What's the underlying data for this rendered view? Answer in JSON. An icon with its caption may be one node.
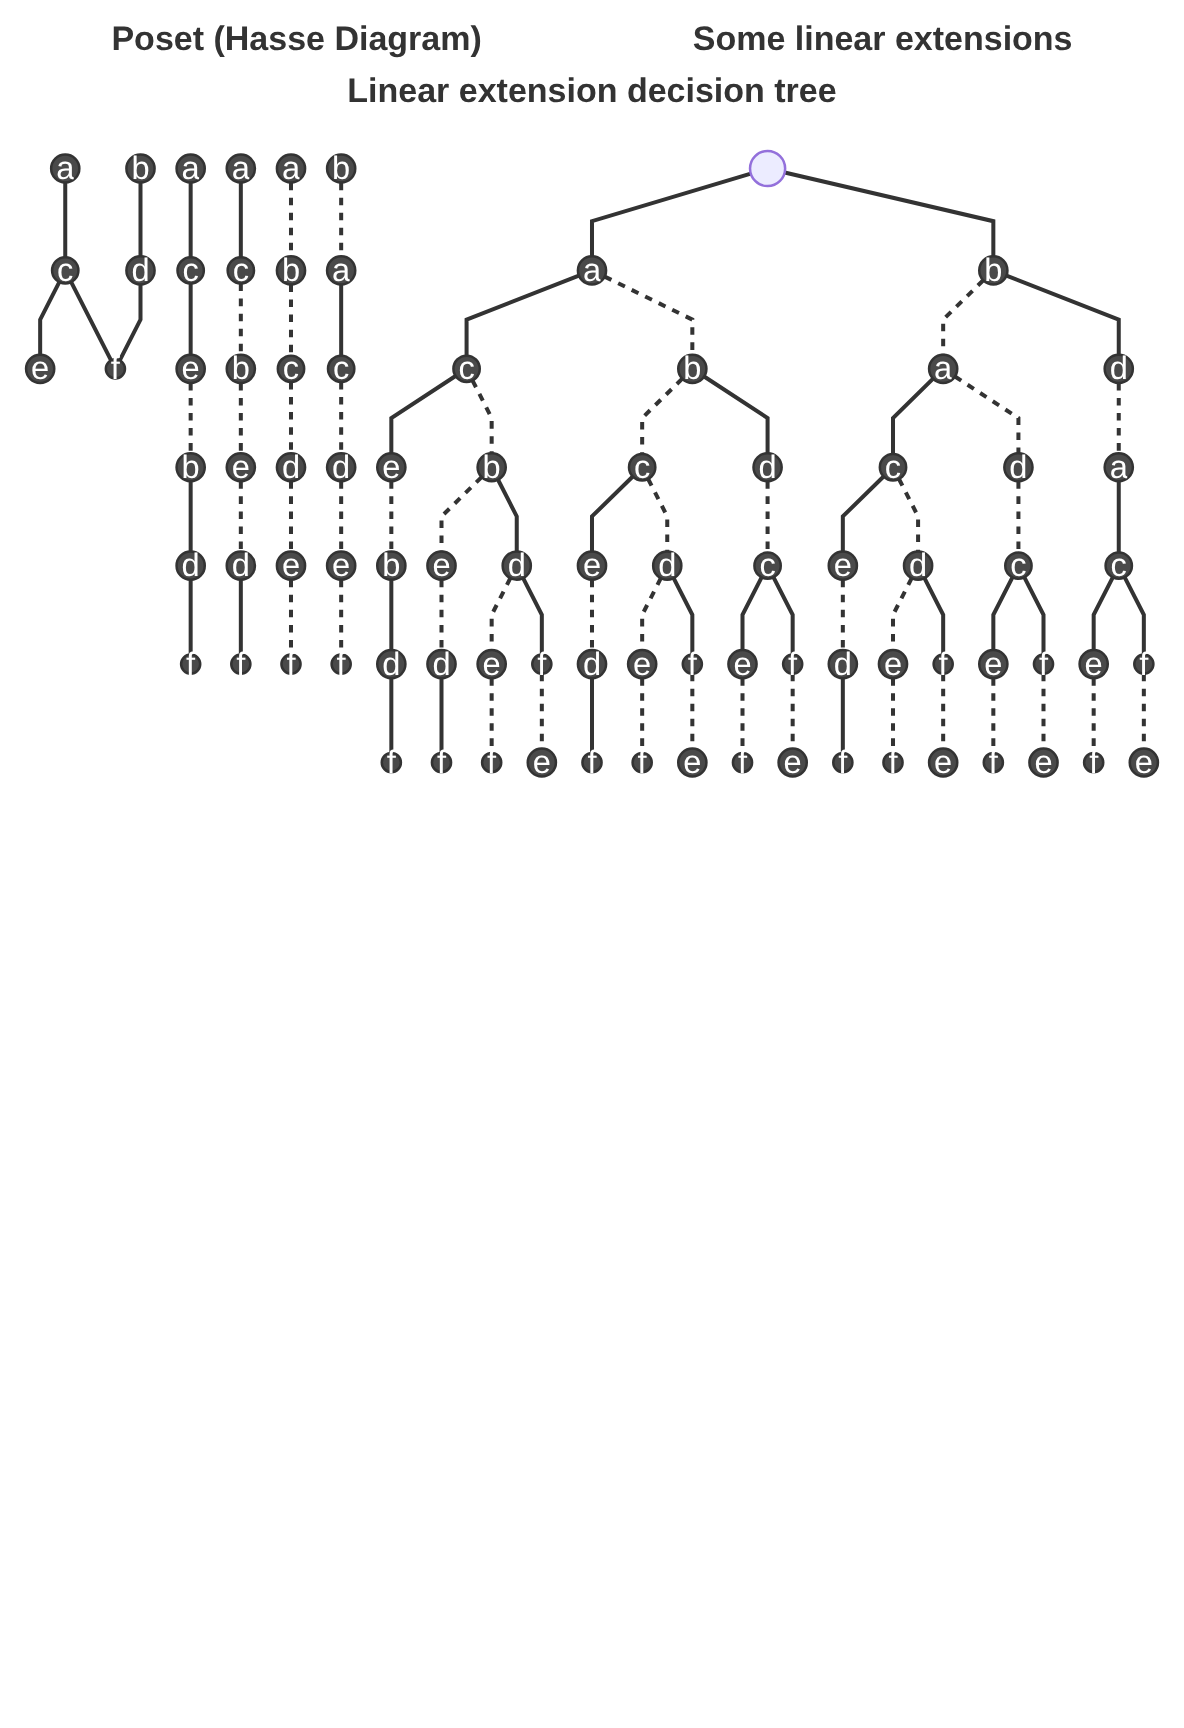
{
  "diagram": {
    "nodes": [
      {
        "text": [
          "a"
        ]
      },
      {
        "text": [
          "b"
        ]
      },
      {
        "text": [
          "c"
        ]
      },
      {
        "text": [
          "d"
        ]
      },
      {
        "text": [
          "e"
        ]
      },
      {
        "text": [
          "f"
        ]
      },
      {
        "text": [
          "a"
        ]
      },
      {
        "text": [
          "c"
        ]
      },
      {
        "text": [
          "e"
        ]
      },
      {
        "text": [
          "b"
        ]
      },
      {
        "text": [
          "d"
        ]
      },
      {
        "text": [
          "f"
        ]
      },
      {
        "text": [
          "a"
        ]
      },
      {
        "text": [
          "c"
        ]
      },
      {
        "text": [
          "b"
        ]
      },
      {
        "text": [
          "e"
        ]
      },
      {
        "text": [
          "d"
        ]
      },
      {
        "text": [
          "f"
        ]
      },
      {
        "text": [
          "a"
        ]
      },
      {
        "text": [
          "b"
        ]
      },
      {
        "text": [
          "c"
        ]
      },
      {
        "text": [
          "d"
        ]
      },
      {
        "text": [
          "e"
        ]
      },
      {
        "text": [
          "f"
        ]
      },
      {
        "text": [
          "b"
        ]
      },
      {
        "text": [
          "a"
        ]
      },
      {
        "text": [
          "c"
        ]
      },
      {
        "text": [
          "d"
        ]
      },
      {
        "text": [
          "e"
        ]
      },
      {
        "text": [
          "f"
        ]
      },
      {
        "text": [],
        "shape": "circle"
      },
      {
        "text": [
          "a"
        ]
      },
      {
        "text": [
          "b"
        ]
      },
      {
        "text": [
          "c"
        ]
      },
      {
        "text": [
          "b"
        ]
      },
      {
        "text": [
          "a"
        ]
      },
      {
        "text": [
          "d"
        ]
      },
      {
        "text": [
          "e"
        ]
      },
      {
        "text": [
          "b"
        ]
      },
      {
        "text": [
          "c"
        ]
      },
      {
        "text": [
          "d"
        ]
      },
      {
        "text": [
          "c"
        ]
      },
      {
        "text": [
          "d"
        ]
      },
      {
        "text": [
          "a"
        ]
      },
      {
        "text": [
          "b"
        ]
      },
      {
        "text": [
          "e"
        ]
      },
      {
        "text": [
          "d"
        ]
      },
      {
        "text": [
          "e"
        ]
      },
      {
        "text": [
          "d"
        ]
      },
      {
        "text": [
          "c"
        ]
      },
      {
        "text": [
          "e"
        ]
      },
      {
        "text": [
          "d"
        ]
      },
      {
        "text": [
          "c"
        ]
      },
      {
        "text": [
          "c"
        ]
      },
      {
        "text": [
          "d"
        ]
      },
      {
        "text": [
          "d"
        ]
      },
      {
        "text": [
          "e"
        ]
      },
      {
        "text": [
          "f"
        ]
      },
      {
        "text": [
          "d"
        ]
      },
      {
        "text": [
          "e"
        ]
      },
      {
        "text": [
          "f"
        ]
      },
      {
        "text": [
          "e"
        ]
      },
      {
        "text": [
          "f"
        ]
      },
      {
        "text": [
          "d"
        ]
      },
      {
        "text": [
          "e"
        ]
      },
      {
        "text": [
          "f"
        ]
      },
      {
        "text": [
          "e"
        ]
      },
      {
        "text": [
          "f"
        ]
      },
      {
        "text": [
          "e"
        ]
      },
      {
        "text": [
          "f"
        ]
      },
      {
        "text": [
          "f"
        ]
      },
      {
        "text": [
          "f"
        ]
      },
      {
        "text": [
          "f"
        ]
      },
      {
        "text": [
          "e"
        ]
      },
      {
        "text": [
          "f"
        ]
      },
      {
        "text": [
          "f"
        ]
      },
      {
        "text": [
          "e"
        ]
      },
      {
        "text": [
          "f"
        ]
      },
      {
        "text": [
          "e"
        ]
      },
      {
        "text": [
          "f"
        ]
      },
      {
        "text": [
          "f"
        ]
      },
      {
        "text": [
          "e"
        ]
      },
      {
        "text": [
          "f"
        ]
      },
      {
        "text": [
          "e"
        ]
      },
      {
        "text": [
          "f"
        ]
      },
      {
        "text": [
          "e"
        ]
      }
    ],
    "edges": [
      {
        "from": 0,
        "to": 2,
        "arrow": "none"
      },
      {
        "from": 1,
        "to": 3,
        "arrow": "none"
      },
      {
        "from": 2,
        "to": 4,
        "arrow": "none"
      },
      {
        "from": 2,
        "to": 5,
        "arrow": "none"
      },
      {
        "from": 3,
        "to": 5,
        "arrow": "none"
      },
      {
        "from": 6,
        "to": 7,
        "arrow": "none"
      },
      {
        "from": 7,
        "to": 8,
        "arrow": "none"
      },
      {
        "from": 8,
        "to": 9,
        "arrow": "none",
        "style": "dashed"
      },
      {
        "from": 9,
        "to": 10,
        "arrow": "none"
      },
      {
        "from": 10,
        "to": 11,
        "arrow": "none"
      },
      {
        "from": 12,
        "to": 13,
        "arrow": "none"
      },
      {
        "from": 13,
        "to": 14,
        "arrow": "none",
        "style": "dashed"
      },
      {
        "from": 14,
        "to": 15,
        "arrow": "none",
        "style": "dashed"
      },
      {
        "from": 15,
        "to": 16,
        "arrow": "none",
        "style": "dashed"
      },
      {
        "from": 16,
        "to": 17,
        "arrow": "none"
      },
      {
        "from": 18,
        "to": 19,
        "arrow": "none",
        "style": "dashed"
      },
      {
        "from": 19,
        "to": 20,
        "arrow": "none",
        "style": "dashed"
      },
      {
        "from": 20,
        "to": 21,
        "arrow": "none",
        "style": "dashed"
      },
      {
        "from": 21,
        "to": 22,
        "arrow": "none",
        "style": "dashed"
      },
      {
        "from": 22,
        "to": 23,
        "arrow": "none",
        "style": "dashed"
      },
      {
        "from": 24,
        "to": 25,
        "arrow": "none",
        "style": "dashed"
      },
      {
        "from": 25,
        "to": 26,
        "arrow": "none"
      },
      {
        "from": 26,
        "to": 27,
        "arrow": "none",
        "style": "dashed"
      },
      {
        "from": 27,
        "to": 28,
        "arrow": "none",
        "style": "dashed"
      },
      {
        "from": 28,
        "to": 29,
        "arrow": "none",
        "style": "dashed"
      },
      {
        "from": 30,
        "to": 31,
        "arrow": "none"
      },
      {
        "from": 30,
        "to": 32,
        "arrow": "none"
      },
      {
        "from": 31,
        "to": 33,
        "arrow": "none"
      },
      {
        "from": 31,
        "to": 34,
        "arrow": "none",
        "style": "dashed"
      },
      {
        "from": 32,
        "to": 35,
        "arrow": "none",
        "style": "dashed"
      },
      {
        "from": 32,
        "to": 36,
        "arrow": "none"
      },
      {
        "from": 33,
        "to": 37,
        "arrow": "none"
      },
      {
        "from": 33,
        "to": 38,
        "arrow": "none",
        "style": "dashed"
      },
      {
        "from": 34,
        "to": 39,
        "arrow": "none",
        "style": "dashed"
      },
      {
        "from": 34,
        "to": 40,
        "arrow": "none"
      },
      {
        "from": 35,
        "to": 41,
        "arrow": "none"
      },
      {
        "from": 35,
        "to": 42,
        "arrow": "none",
        "style": "dashed"
      },
      {
        "from": 36,
        "to": 43,
        "arrow": "none",
        "style": "dashed"
      },
      {
        "from": 37,
        "to": 44,
        "arrow": "none",
        "style": "dashed"
      },
      {
        "from": 38,
        "to": 45,
        "arrow": "none",
        "style": "dashed"
      },
      {
        "from": 38,
        "to": 46,
        "arrow": "none"
      },
      {
        "from": 39,
        "to": 47,
        "arrow": "none"
      },
      {
        "from": 39,
        "to": 48,
        "arrow": "none",
        "style": "dashed"
      },
      {
        "from": 40,
        "to": 49,
        "arrow": "none",
        "style": "dashed"
      },
      {
        "from": 41,
        "to": 50,
        "arrow": "none"
      },
      {
        "from": 41,
        "to": 51,
        "arrow": "none",
        "style": "dashed"
      },
      {
        "from": 42,
        "to": 52,
        "arrow": "none",
        "style": "dashed"
      },
      {
        "from": 43,
        "to": 53,
        "arrow": "none"
      },
      {
        "from": 44,
        "to": 54,
        "arrow": "none"
      },
      {
        "from": 45,
        "to": 55,
        "arrow": "none",
        "style": "dashed"
      },
      {
        "from": 46,
        "to": 56,
        "arrow": "none",
        "style": "dashed"
      },
      {
        "from": 46,
        "to": 57,
        "arrow": "none"
      },
      {
        "from": 47,
        "to": 58,
        "arrow": "none",
        "style": "dashed"
      },
      {
        "from": 48,
        "to": 59,
        "arrow": "none",
        "style": "dashed"
      },
      {
        "from": 48,
        "to": 60,
        "arrow": "none"
      },
      {
        "from": 49,
        "to": 61,
        "arrow": "none"
      },
      {
        "from": 49,
        "to": 62,
        "arrow": "none"
      },
      {
        "from": 50,
        "to": 63,
        "arrow": "none",
        "style": "dashed"
      },
      {
        "from": 51,
        "to": 64,
        "arrow": "none",
        "style": "dashed"
      },
      {
        "from": 51,
        "to": 65,
        "arrow": "none"
      },
      {
        "from": 52,
        "to": 66,
        "arrow": "none"
      },
      {
        "from": 52,
        "to": 67,
        "arrow": "none"
      },
      {
        "from": 53,
        "to": 68,
        "arrow": "none"
      },
      {
        "from": 53,
        "to": 69,
        "arrow": "none"
      },
      {
        "from": 54,
        "to": 70,
        "arrow": "none"
      },
      {
        "from": 55,
        "to": 71,
        "arrow": "none"
      },
      {
        "from": 56,
        "to": 72,
        "arrow": "none",
        "style": "dashed"
      },
      {
        "from": 57,
        "to": 73,
        "arrow": "none",
        "style": "dashed"
      },
      {
        "from": 58,
        "to": 74,
        "arrow": "none"
      },
      {
        "from": 59,
        "to": 75,
        "arrow": "none",
        "style": "dashed"
      },
      {
        "from": 60,
        "to": 76,
        "arrow": "none",
        "style": "dashed"
      },
      {
        "from": 61,
        "to": 77,
        "arrow": "none",
        "style": "dashed"
      },
      {
        "from": 62,
        "to": 78,
        "arrow": "none",
        "style": "dashed"
      },
      {
        "from": 63,
        "to": 79,
        "arrow": "none"
      },
      {
        "from": 64,
        "to": 80,
        "arrow": "none",
        "style": "dashed"
      },
      {
        "from": 65,
        "to": 81,
        "arrow": "none",
        "style": "dashed"
      },
      {
        "from": 66,
        "to": 82,
        "arrow": "none",
        "style": "dashed"
      },
      {
        "from": 67,
        "to": 83,
        "arrow": "none",
        "style": "dashed"
      },
      {
        "from": 68,
        "to": 84,
        "arrow": "none",
        "style": "dashed"
      },
      {
        "from": 69,
        "to": 85,
        "arrow": "none",
        "style": "dashed"
      }
    ],
    "labels": [
      "Poset (Hasse Diagram)",
      "Some linear extensions",
      "Linear extension decision tree"
    ]
  }
}
